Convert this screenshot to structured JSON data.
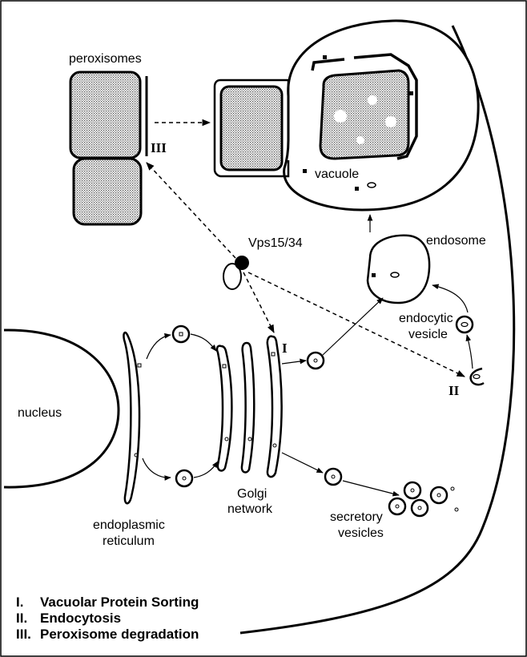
{
  "labels": {
    "peroxisomes": "peroxisomes",
    "vacuole": "vacuole",
    "endosome": "endosome",
    "vps": "Vps15/34",
    "nucleus": "nucleus",
    "er_line1": "endoplasmic",
    "er_line2": "reticulum",
    "golgi_line1": "Golgi",
    "golgi_line2": "network",
    "endocytic_line1": "endocytic",
    "endocytic_line2": "vesicle",
    "secretory_line1": "secretory",
    "secretory_line2": "vesicles"
  },
  "pathways": {
    "I": "I",
    "II": "II",
    "III": "III"
  },
  "legend": [
    {
      "numeral": "I.",
      "text": "Vacuolar Protein Sorting"
    },
    {
      "numeral": "II.",
      "text": "Endocytosis"
    },
    {
      "numeral": "III.",
      "text": "Peroxisome degradation"
    }
  ],
  "colors": {
    "stroke": "#000000",
    "stipple": "#9a9a9a",
    "background": "#ffffff"
  }
}
